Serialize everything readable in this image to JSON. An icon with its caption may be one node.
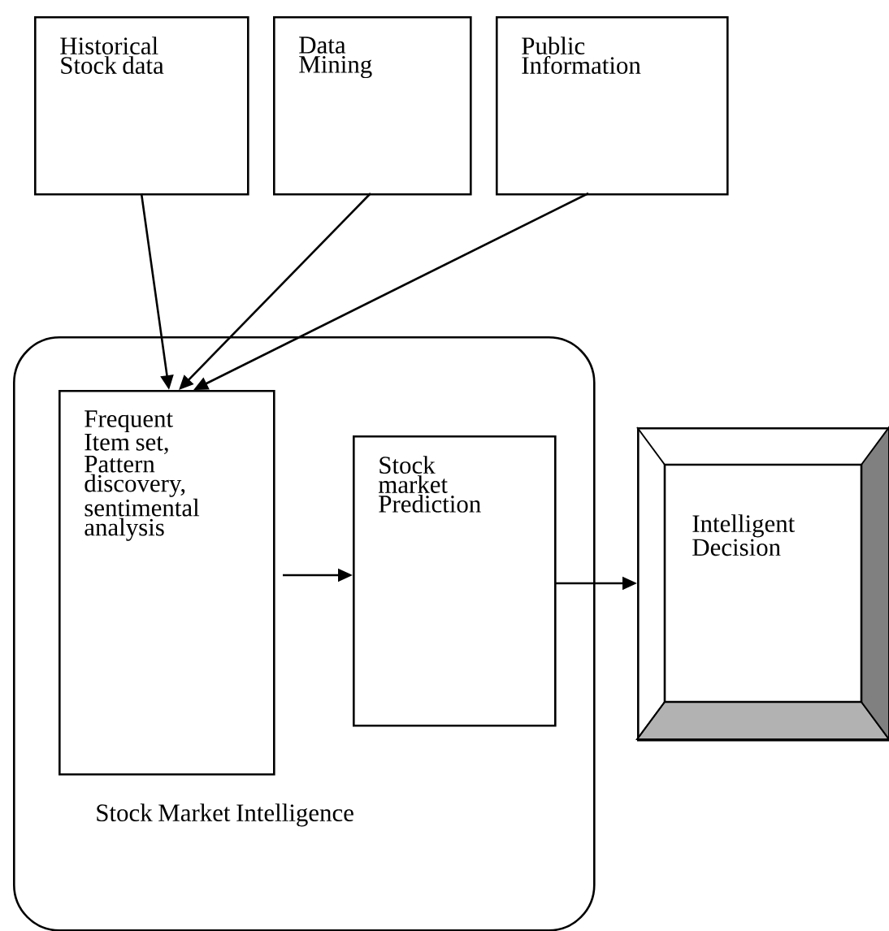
{
  "diagram": {
    "nodes": [
      {
        "text": [
          "Historical Stock data"
        ]
      },
      {
        "text": [
          "Data Mining"
        ]
      },
      {
        "text": [
          "Public Information"
        ]
      },
      {
        "text": [
          "Stock Market Intelligence"
        ]
      },
      {
        "text": [
          "Frequent Item set, Pattern discovery, sentimental analysis"
        ],
        "in": 3
      },
      {
        "text": [
          "Stock market Prediction"
        ],
        "in": 3
      },
      {
        "text": [
          "Intelligent Decision"
        ]
      }
    ],
    "edges": [
      {
        "from": 0,
        "to": 4,
        "arrow": "to"
      },
      {
        "from": 1,
        "to": 4,
        "arrow": "to"
      },
      {
        "from": 2,
        "to": 4,
        "arrow": "to"
      },
      {
        "from": 4,
        "to": 5,
        "arrow": "to"
      },
      {
        "from": 5,
        "to": 6,
        "arrow": "to"
      }
    ]
  }
}
